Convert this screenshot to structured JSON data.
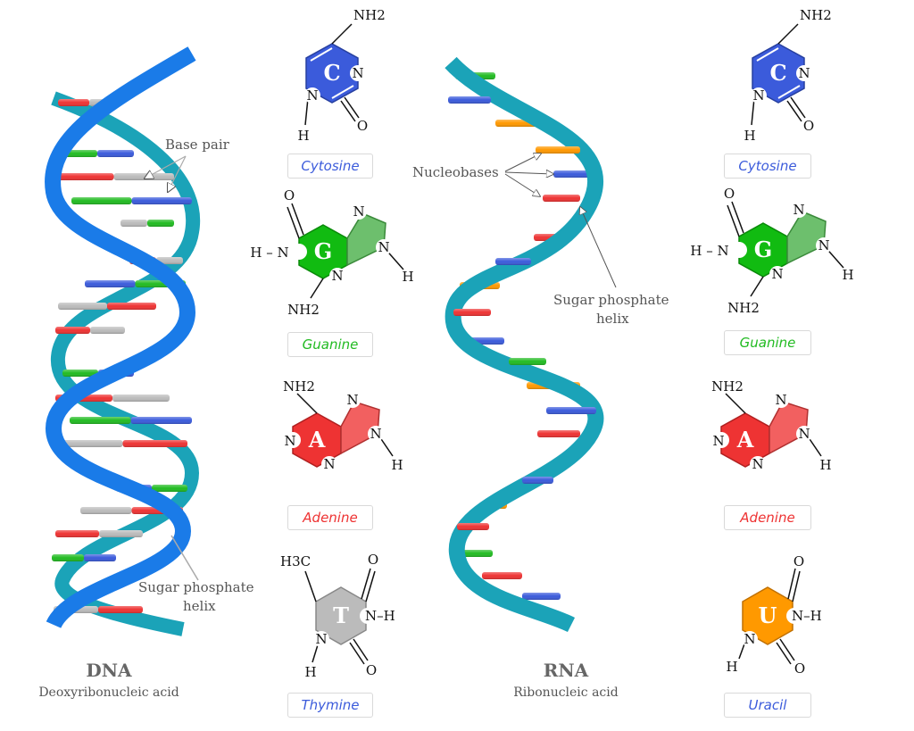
{
  "dna": {
    "title": "DNA",
    "subtitle": "Deoxyribonucleic acid",
    "base_pair_label": "Base pair",
    "sugar_label_line1": "Sugar phosphate",
    "sugar_label_line2": "helix"
  },
  "rna": {
    "title": "RNA",
    "subtitle": "Ribonucleic acid",
    "nucleobases_label": "Nucleobases",
    "sugar_label_line1": "Sugar phosphate",
    "sugar_label_line2": "helix"
  },
  "colors": {
    "cytosine": "#3b5bdb",
    "guanine": "#22bb22",
    "adenine": "#ee3333",
    "thymine": "#bbbbbb",
    "uracil": "#ff9900",
    "backbone_front": "#1a7be8",
    "backbone_back": "#1ba3b8"
  },
  "bases": {
    "cytosine": {
      "letter": "C",
      "name": "Cytosine",
      "nh2": "NH2",
      "n": "N",
      "o": "O",
      "h": "H"
    },
    "guanine": {
      "letter": "G",
      "name": "Guanine",
      "nh2": "NH2",
      "n": "N",
      "o": "O",
      "h": "H",
      "hn": "H – N"
    },
    "adenine": {
      "letter": "A",
      "name": "Adenine",
      "nh2": "NH2",
      "n": "N",
      "h": "H"
    },
    "thymine": {
      "letter": "T",
      "name": "Thymine",
      "h3c": "H3C",
      "o": "O",
      "n": "N",
      "nh": "N–H",
      "h": "H"
    },
    "uracil": {
      "letter": "U",
      "name": "Uracil",
      "o": "O",
      "n": "N",
      "nh": "N–H",
      "h": "H"
    }
  }
}
